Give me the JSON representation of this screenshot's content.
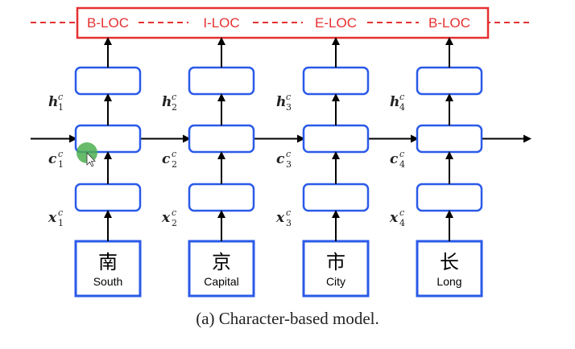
{
  "output_labels": [
    "B-LOC",
    "I-LOC",
    "E-LOC",
    "B-LOC"
  ],
  "characters": [
    {
      "glyph": "南",
      "word": "South"
    },
    {
      "glyph": "京",
      "word": "Capital"
    },
    {
      "glyph": "市",
      "word": "City"
    },
    {
      "glyph": "长",
      "word": "Long"
    }
  ],
  "variables": {
    "h": {
      "symbol": "h",
      "superscript": "c"
    },
    "c": {
      "symbol": "c",
      "superscript": "c"
    },
    "x": {
      "symbol": "x",
      "superscript": "c"
    }
  },
  "indices": [
    "1",
    "2",
    "3",
    "4"
  ],
  "caption": "(a)  Character-based model.",
  "colors": {
    "box_stroke": "#2a5ae8",
    "tag": "#e53030",
    "arrow": "#000000",
    "cursor": "#4caf50"
  }
}
